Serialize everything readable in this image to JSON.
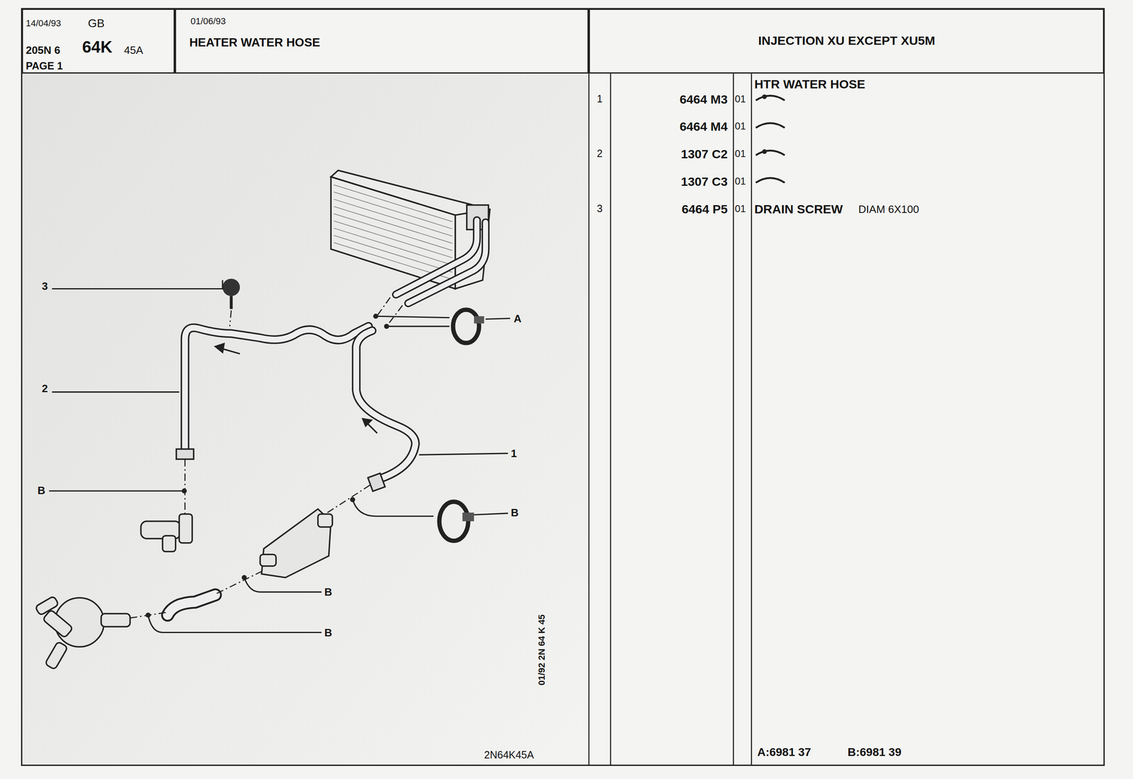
{
  "diagram": {
    "title": "HEATER WATER HOSE",
    "nodes": [
      {
        "text": [
          "14/04/93",
          "GB",
          "205N 6",
          "64K",
          "45A",
          "PAGE 1"
        ]
      },
      {
        "text": [
          "01/06/93"
        ]
      },
      {
        "text": [
          "INJECTION XU EXCEPT XU5M"
        ]
      }
    ],
    "labels": [
      "3",
      "2",
      "1",
      "A",
      "B",
      "B",
      "B",
      "B",
      "01/92 2N 64 K 45",
      "2N64K45A",
      "HTR WATER HOSE",
      "1",
      "6464 M3",
      "01",
      "6464 M4",
      "01",
      "2",
      "1307 C2",
      "01",
      "1307 C3",
      "01",
      "3",
      "6464 P5",
      "01",
      "DRAIN SCREW",
      "DIAM 6X100",
      "A:6981 37",
      "B:6981 39"
    ]
  }
}
